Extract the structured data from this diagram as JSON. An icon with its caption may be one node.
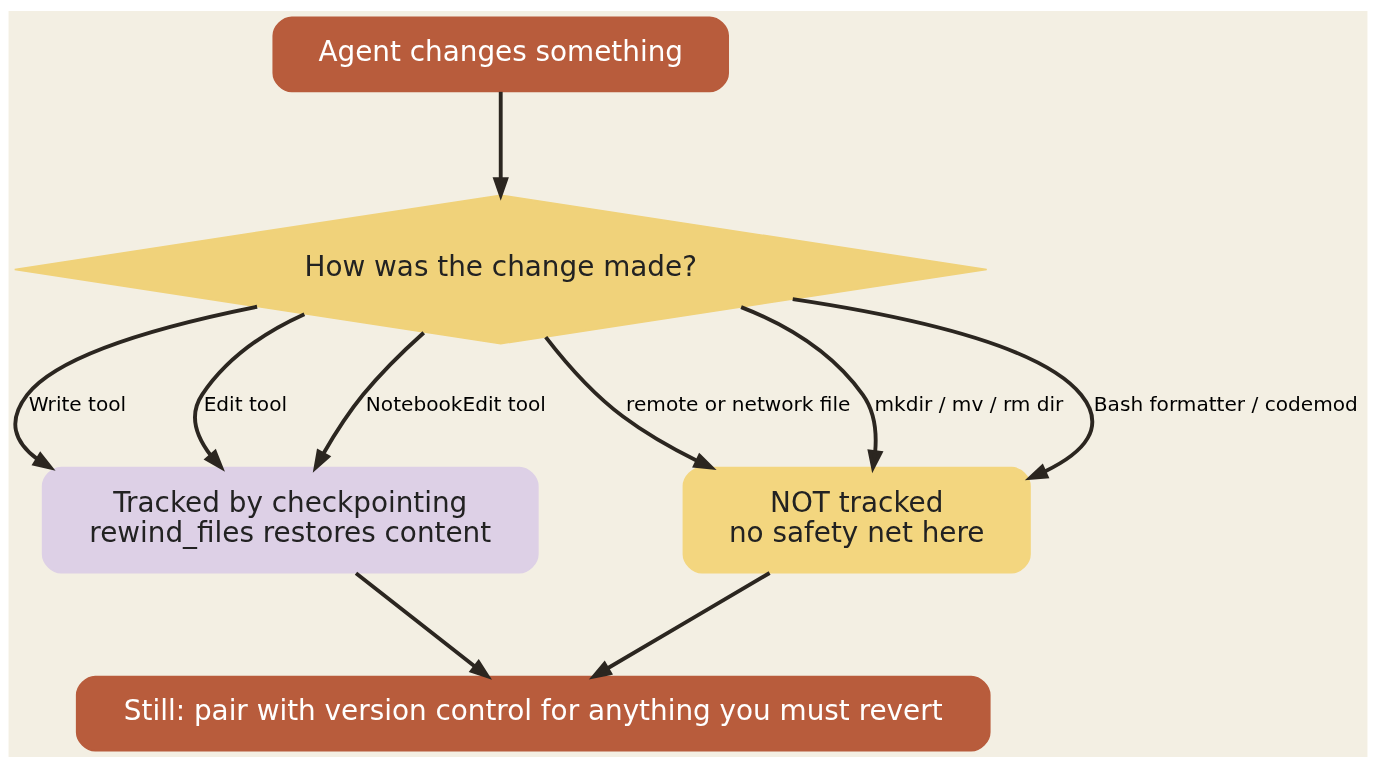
{
  "diagram": {
    "nodes": [
      {
        "text": [
          "Agent changes something"
        ]
      },
      {
        "text": [
          "How was the change made?"
        ]
      },
      {
        "text": [
          "Tracked by checkpointing",
          "rewind_files restores content"
        ]
      },
      {
        "text": [
          "NOT tracked",
          "no safety net here"
        ]
      },
      {
        "text": [
          "Still: pair with version control for anything you must revert"
        ]
      }
    ],
    "edges": [
      {
        "from": 0,
        "to": 1,
        "arrow": "to"
      },
      {
        "from": 1,
        "to": 2,
        "arrow": "to",
        "label": "Write tool"
      },
      {
        "from": 1,
        "to": 2,
        "arrow": "to",
        "label": "Edit tool"
      },
      {
        "from": 1,
        "to": 2,
        "arrow": "to",
        "label": "NotebookEdit tool"
      },
      {
        "from": 1,
        "to": 3,
        "arrow": "to",
        "label": "remote or network file"
      },
      {
        "from": 1,
        "to": 3,
        "arrow": "to",
        "label": "mkdir / mv / rm dir"
      },
      {
        "from": 1,
        "to": 3,
        "arrow": "to",
        "label": "Bash formatter / codemod"
      },
      {
        "from": 2,
        "to": 4,
        "arrow": "to"
      },
      {
        "from": 3,
        "to": 4,
        "arrow": "to"
      }
    ]
  }
}
